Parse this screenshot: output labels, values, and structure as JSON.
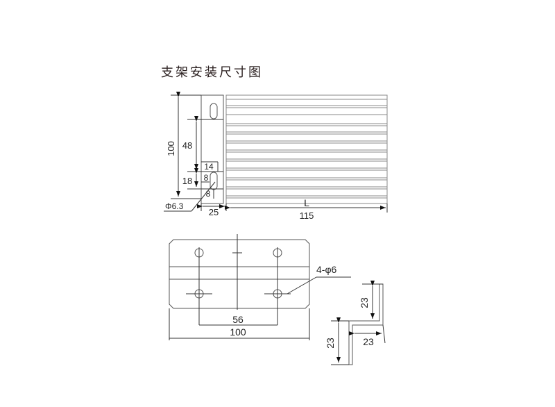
{
  "title": "支架安装尺寸图",
  "side_view": {
    "dimensions": {
      "total_height": "100",
      "upper_offset": "48",
      "slot_gap": "14",
      "slot_height": "8",
      "bottom_offset": "8",
      "lower_span": "18",
      "hole_diameter": "Φ6.3",
      "bracket_width": "25",
      "length_label": "L",
      "overall_length": "115"
    },
    "fin_count": 12
  },
  "front_view": {
    "dimensions": {
      "hole_spacing": "56",
      "overall_width": "100",
      "holes": "4-φ6"
    }
  },
  "profile_view": {
    "dimensions": {
      "upper_leg": "23",
      "horizontal_leg": "23",
      "lower_leg": "23"
    }
  },
  "colors": {
    "line": "#555555",
    "text": "#222222",
    "title": "#2a1f1f"
  }
}
